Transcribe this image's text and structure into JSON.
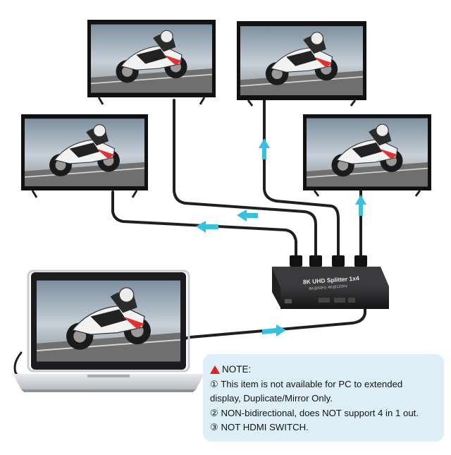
{
  "note": {
    "title": "NOTE:",
    "lines": [
      "① This item is not available for PC to extended",
      "display, Duplicate/Mirror Only.",
      "② NON-bidirectional, does NOT support 4 in 1 out.",
      "③ NOT HDMI SWITCH."
    ]
  },
  "device": {
    "label": "8K UHD Splitter 1x4",
    "sublabel": "8K@60Hz 4K@120Hz"
  },
  "colors": {
    "arrow": "#37c1e0",
    "cable": "#1f1f1f",
    "splitter": "#2a2a2c",
    "warning": "#e02020",
    "note_bg": "#dfeff8"
  },
  "icons": [
    "warning-triangle-icon",
    "flow-arrow-icon"
  ]
}
